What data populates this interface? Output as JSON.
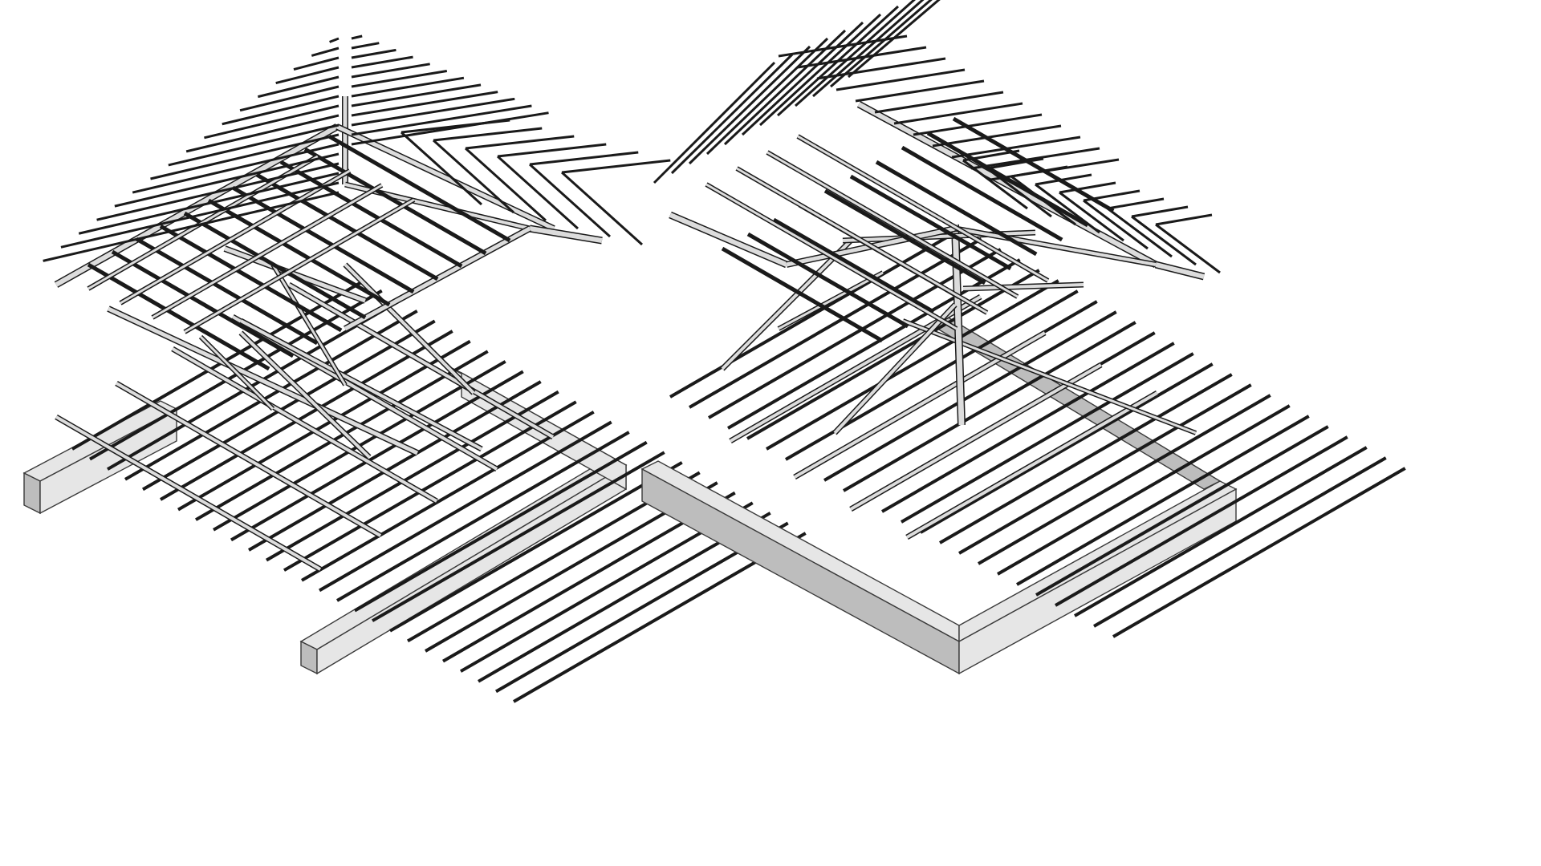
{
  "figure": {
    "panels": [
      {
        "id": "left",
        "subject": "exploded-roof-frame"
      },
      {
        "id": "right",
        "subject": "exploded-roof-frame"
      }
    ],
    "colors": {
      "background": "#ffffff",
      "timber_stroke": "#1a1a1a",
      "timber_fill": "#dcdcdc",
      "timber_shadow": "#9a9a9a",
      "wall_fill_light": "#e6e6e6",
      "wall_fill_dark": "#bdbdbd",
      "wall_stroke": "#3a3a3a"
    }
  }
}
